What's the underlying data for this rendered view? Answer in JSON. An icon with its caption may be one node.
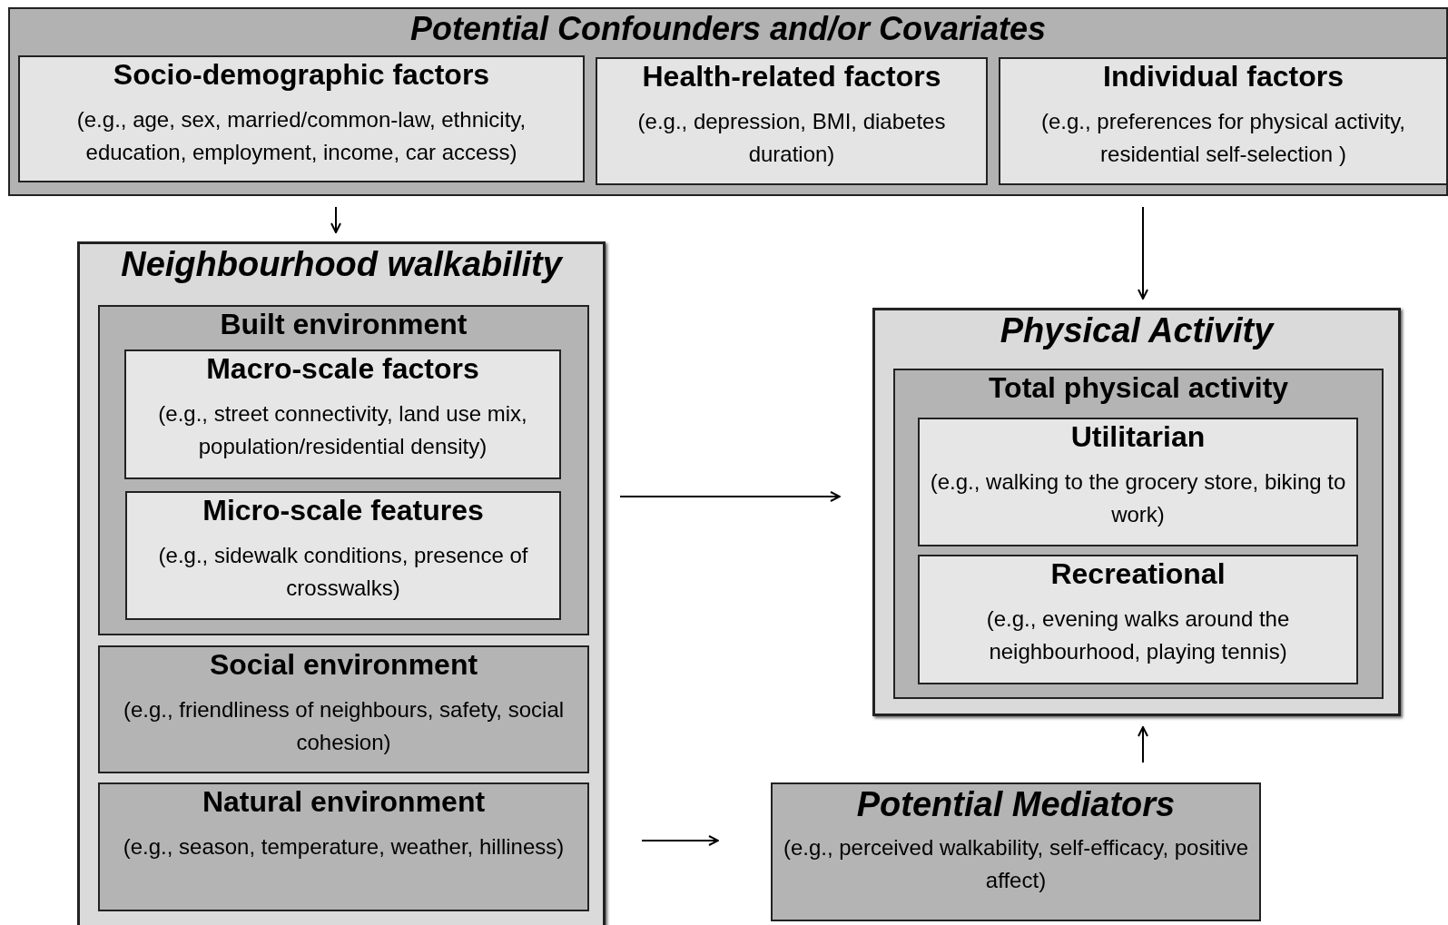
{
  "diagram": {
    "nodes": [
      {
        "text": [
          "Potential Confounders and/or Covariates"
        ]
      },
      {
        "text": [
          "Socio-demographic factors",
          "(e.g., age, sex, married/common-law, ethnicity, education, employment, income, car access)"
        ],
        "in": 0
      },
      {
        "text": [
          "Health-related factors",
          "(e.g., depression, BMI, diabetes duration)"
        ],
        "in": 0
      },
      {
        "text": [
          "Individual factors",
          "(e.g., preferences for physical activity, residential self-selection )"
        ],
        "in": 0
      },
      {
        "text": [
          "Neighbourhood walkability"
        ]
      },
      {
        "text": [
          "Built environment"
        ],
        "in": 4
      },
      {
        "text": [
          "Macro-scale factors",
          "(e.g., street connectivity, land use mix, population/residential density)"
        ],
        "in": 5
      },
      {
        "text": [
          "Micro-scale features",
          "(e.g., sidewalk conditions, presence of crosswalks)"
        ],
        "in": 5
      },
      {
        "text": [
          "Social environment",
          "(e.g., friendliness of neighbours, safety, social cohesion)"
        ],
        "in": 4
      },
      {
        "text": [
          "Natural environment",
          "(e.g., season, temperature, weather, hilliness)"
        ],
        "in": 4
      },
      {
        "text": [
          "Physical Activity"
        ]
      },
      {
        "text": [
          "Total physical activity"
        ],
        "in": 10
      },
      {
        "text": [
          "Utilitarian",
          "(e.g., walking to the grocery store, biking to work)"
        ],
        "in": 11
      },
      {
        "text": [
          "Recreational",
          "(e.g., evening walks around the neighbourhood, playing tennis)"
        ],
        "in": 11
      },
      {
        "text": [
          "Potential Mediators",
          "(e.g., perceived walkability, self-efficacy, positive affect)"
        ]
      }
    ],
    "edges": [
      {
        "from": 0,
        "to": 4,
        "arrow": "to"
      },
      {
        "from": 0,
        "to": 10,
        "arrow": "to"
      },
      {
        "from": 4,
        "to": 10,
        "arrow": "to"
      },
      {
        "from": 4,
        "to": 14,
        "arrow": "to"
      },
      {
        "from": 14,
        "to": 10,
        "arrow": "to"
      }
    ]
  }
}
